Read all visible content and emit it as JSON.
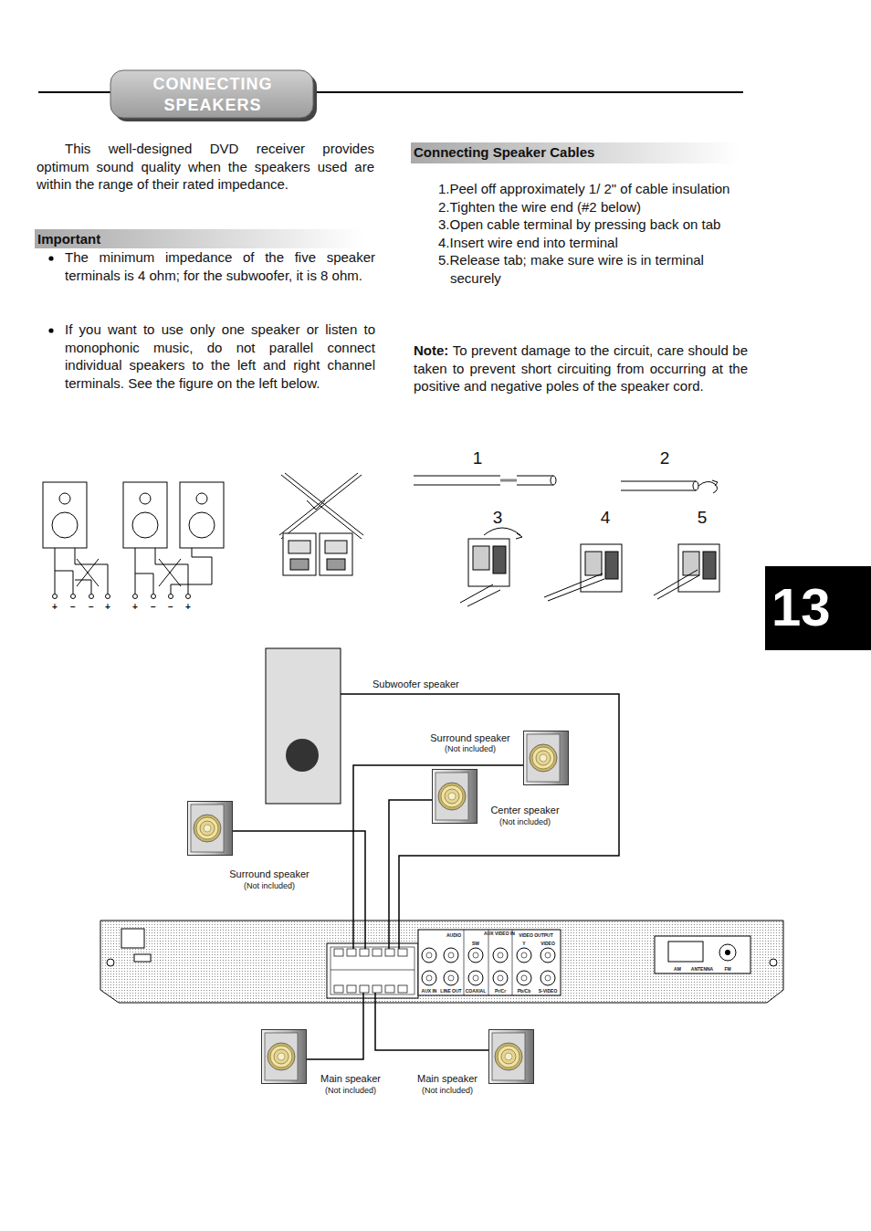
{
  "diagram": {
    "title": "CONNECTING SPEAKERS",
    "nodes": [
      {
        "text": [
          "Important"
        ]
      },
      {
        "text": [
          "Connecting Speaker Cables"
        ]
      },
      {
        "text": [
          "13"
        ]
      },
      {
        "text": [
          "Subwoofer speaker"
        ]
      },
      {
        "text": [
          "Surround speaker",
          "(Not included)"
        ]
      },
      {
        "text": [
          "Center speaker",
          "(Not included)"
        ]
      },
      {
        "text": [
          "Surround speaker",
          "(Not included)"
        ]
      },
      {
        "text": [
          "AUDIO",
          "AUX VIDEO IN",
          "VIDEO OUTPUT",
          "SW",
          "Y",
          "VIDEO",
          "AUX IN",
          "LINE OUT",
          "COAXIAL",
          "Pr/Cr",
          "Pb/Cb",
          "S-VIDEO",
          "AM",
          "ANTENNA",
          "FM"
        ]
      },
      {
        "text": [
          "Main speaker",
          "(Not included)"
        ]
      },
      {
        "text": [
          "Main speaker",
          "(Not included)"
        ]
      }
    ],
    "edges": [
      {
        "from": 3,
        "to": 7,
        "arrow": "none"
      },
      {
        "from": 4,
        "to": 7,
        "arrow": "none"
      },
      {
        "from": 5,
        "to": 7,
        "arrow": "none"
      },
      {
        "from": 6,
        "to": 7,
        "arrow": "none"
      },
      {
        "from": 8,
        "to": 7,
        "arrow": "none"
      },
      {
        "from": 9,
        "to": 7,
        "arrow": "none"
      }
    ],
    "labels": [
      "This well-designed DVD receiver provides optimum sound quality when the speakers used are within the range of their rated impedance.",
      "The minimum impedance of the five speaker terminals is 4 ohm; for the subwoofer, it is 8 ohm.",
      "If you want to use only one speaker or listen to monophonic music, do not parallel connect individual speakers to the left and right channel terminals. See the figure on the left below.",
      "1.Peel off approximately 1/ 2\" of cable insulation",
      "2.Tighten the wire end (#2 below)",
      "3.Open cable terminal by pressing back on tab",
      "4.Insert wire end into terminal",
      "5.Release tab; make sure wire is in terminal securely",
      "Note:",
      "To prevent damage to the circuit, care should be taken to prevent short circuiting from occurring at the positive and negative poles of the speaker cord.",
      "1",
      "2",
      "3",
      "4",
      "5",
      "+",
      "−",
      "−",
      "+",
      "+",
      "−",
      "−",
      "+"
    ]
  }
}
